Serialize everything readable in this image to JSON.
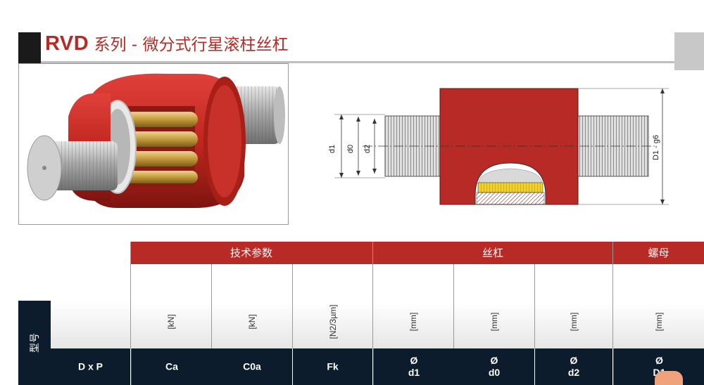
{
  "header": {
    "brand": "RVD",
    "subtitle": " 系列 - 微分式行星滚柱丝杠"
  },
  "drawing": {
    "labels": [
      "d1",
      "d0",
      "d2",
      "D1 - g6"
    ]
  },
  "table": {
    "model_header": "型号",
    "groups": [
      {
        "label": "技术参数"
      },
      {
        "label": "丝杠"
      },
      {
        "label": "螺母"
      }
    ],
    "units": [
      "[kN]",
      "[kN]",
      "[N2/3µm]",
      "[mm]",
      "[mm]",
      "[mm]",
      "[mm]"
    ],
    "columns": [
      {
        "symbol": "D x P"
      },
      {
        "symbol": "Ca"
      },
      {
        "symbol": "C0a"
      },
      {
        "symbol": "Fk"
      },
      {
        "symbol": "Ø",
        "sub": "d1"
      },
      {
        "symbol": "Ø",
        "sub": "d0"
      },
      {
        "symbol": "Ø",
        "sub": "d2"
      },
      {
        "symbol": "Ø",
        "sub": "D1"
      }
    ]
  },
  "colors": {
    "brand_red": "#b82a25",
    "header_dark": "#0c1c2c"
  }
}
